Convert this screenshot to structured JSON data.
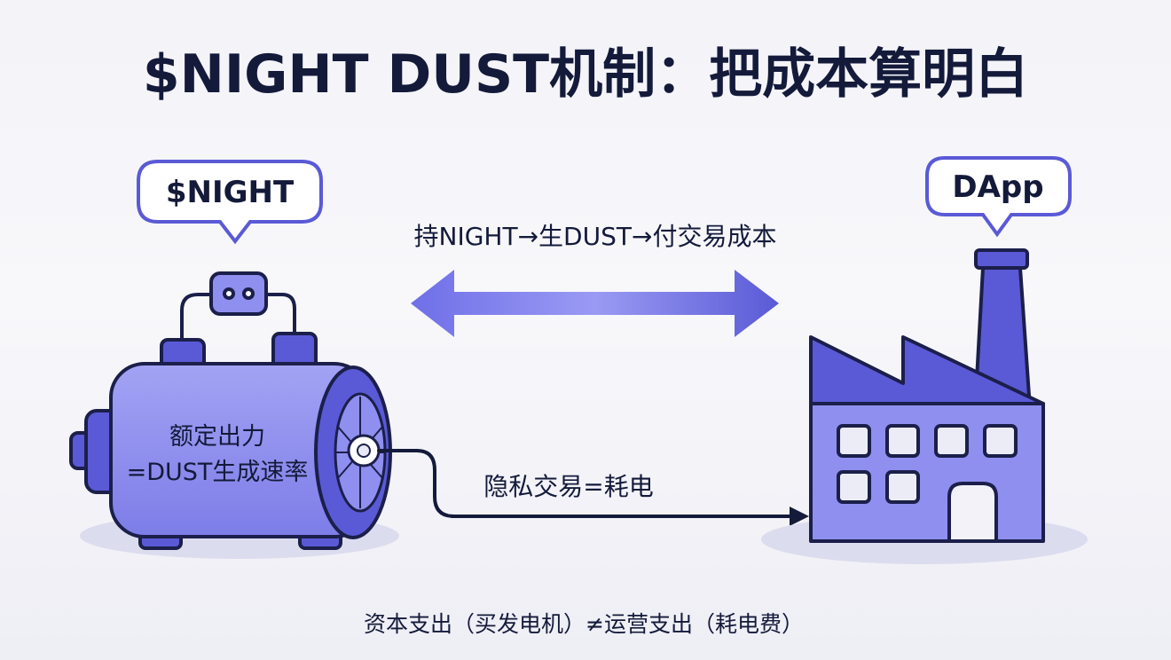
{
  "title": "$NIGHT DUST机制：把成本算明白",
  "left_bubble": "$NIGHT",
  "right_bubble": "DApp",
  "flow_label": "持NIGHT→生DUST→付交易成本",
  "generator_label_line1": "额定出力",
  "generator_label_line2": "=DUST生成速率",
  "cable_label": "隐私交易=耗电",
  "footer": "资本支出（买发电机）≠运营支出（耗电费）",
  "colors": {
    "ink": "#141a3a",
    "primary": "#5a5ad6",
    "body_light": "#8f8ff0",
    "outline": "#1b1f4a",
    "shadow": "#dcdcef"
  }
}
